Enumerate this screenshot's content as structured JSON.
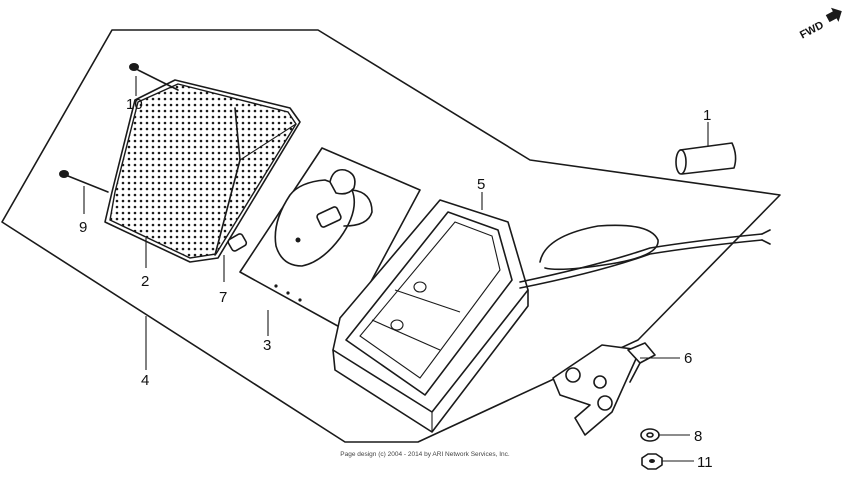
{
  "diagram": {
    "fwd_label": "FWD",
    "copyright": "Page design (c) 2004 - 2014 by ARI Network Services, Inc.",
    "callouts": {
      "c1": "1",
      "c2": "2",
      "c3": "3",
      "c4": "4",
      "c5": "5",
      "c6": "6",
      "c7": "7",
      "c8": "8",
      "c9": "9",
      "c10": "10",
      "c11": "11"
    }
  }
}
